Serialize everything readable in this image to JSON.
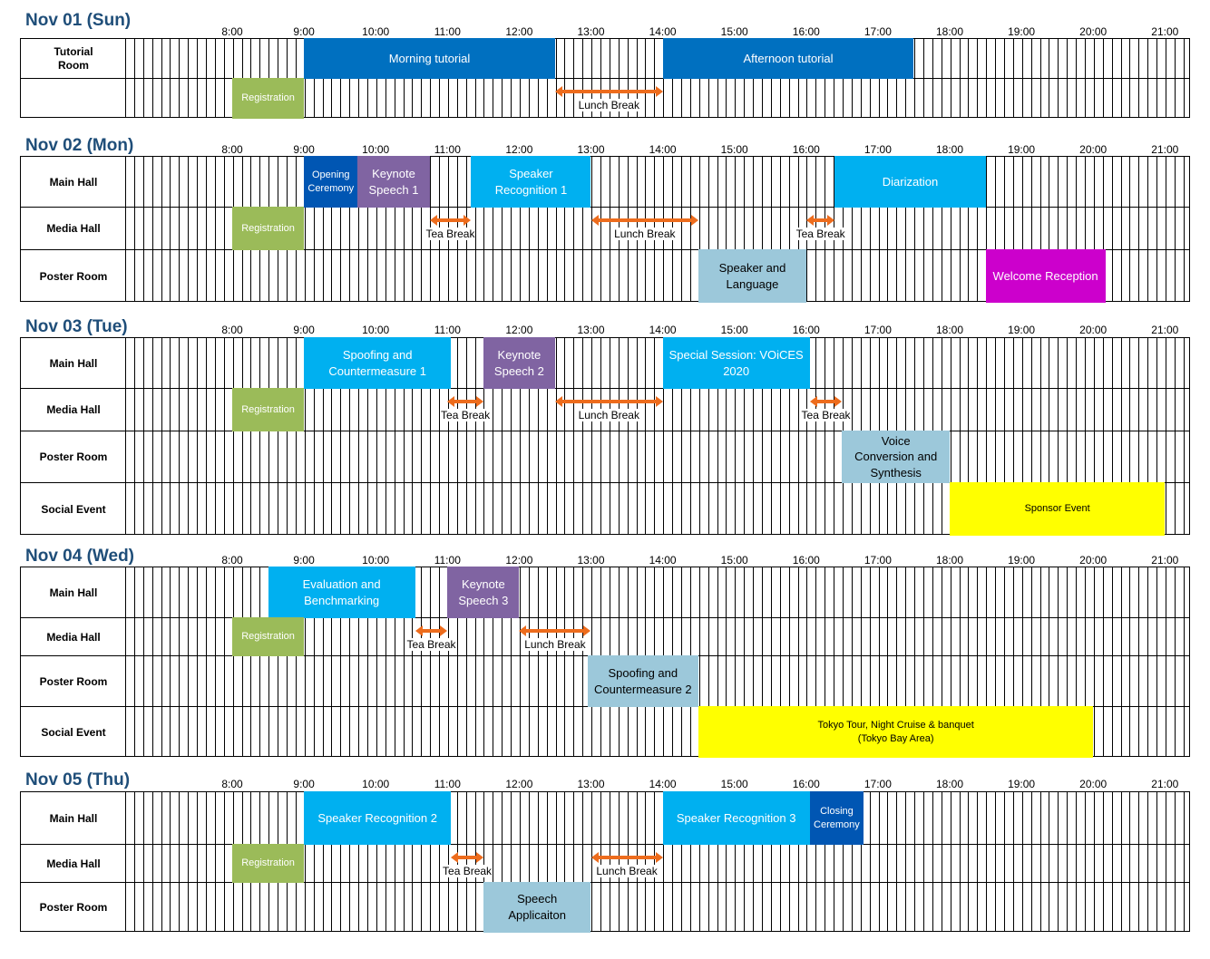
{
  "hours": [
    "8:00",
    "9:00",
    "10:00",
    "11:00",
    "12:00",
    "13:00",
    "14:00",
    "15:00",
    "16:00",
    "17:00",
    "18:00",
    "19:00",
    "20:00",
    "21:00"
  ],
  "colors": {
    "registration": "#9bbb59",
    "blue": "#0070c0",
    "cyan": "#00b0f0",
    "purple": "#8064a2",
    "lightblue": "#9cc8da",
    "magenta": "#cc00cc",
    "yellow": "#ffff00",
    "darkblue": "#0056b3",
    "arrow": "#ed6c1d"
  },
  "days": [
    {
      "title": "Nov 01 (Sun)",
      "rows": [
        "Tutorial\nRoom",
        ""
      ],
      "events": [
        {
          "row": 0,
          "start": 9.0,
          "end": 12.5,
          "label": "Morning tutorial",
          "color": "blue"
        },
        {
          "row": 0,
          "start": 14.0,
          "end": 17.5,
          "label": "Afternoon tutorial",
          "color": "blue"
        },
        {
          "row": 1,
          "start": 8.0,
          "end": 9.0,
          "label": "Registration",
          "color": "registration"
        }
      ],
      "breaks": [
        {
          "row": 1,
          "start": 12.5,
          "end": 14.0,
          "label": "Lunch Break"
        }
      ]
    },
    {
      "title": "Nov 02 (Mon)",
      "rows": [
        "Main Hall",
        "Media Hall",
        "Poster Room"
      ],
      "events": [
        {
          "row": 0,
          "start": 9.0,
          "end": 9.75,
          "label": "Opening\nCeremony",
          "color": "darkblue"
        },
        {
          "row": 0,
          "start": 9.75,
          "end": 10.75,
          "label": "Keynote\nSpeech 1",
          "color": "purple"
        },
        {
          "row": 0,
          "start": 11.33,
          "end": 13.0,
          "label": "Speaker\nRecognition 1",
          "color": "cyan"
        },
        {
          "row": 0,
          "start": 16.4,
          "end": 18.5,
          "label": "Diarization",
          "color": "cyan"
        },
        {
          "row": 1,
          "start": 8.0,
          "end": 9.0,
          "label": "Registration",
          "color": "registration"
        },
        {
          "row": 2,
          "start": 14.5,
          "end": 16.0,
          "label": "Speaker and\nLanguage",
          "color": "lightblue"
        },
        {
          "row": 2,
          "start": 18.5,
          "end": 20.17,
          "label": "Welcome Reception",
          "color": "magenta"
        }
      ],
      "breaks": [
        {
          "row": 1,
          "start": 10.75,
          "end": 11.33,
          "label": "Tea Break"
        },
        {
          "row": 1,
          "start": 13.0,
          "end": 14.5,
          "label": "Lunch Break"
        },
        {
          "row": 1,
          "start": 16.0,
          "end": 16.4,
          "label": "Tea Break"
        }
      ]
    },
    {
      "title": "Nov 03 (Tue)",
      "rows": [
        "Main Hall",
        "Media Hall",
        "Poster Room",
        "Social Event"
      ],
      "events": [
        {
          "row": 0,
          "start": 9.0,
          "end": 11.05,
          "label": "Spoofing and\nCountermeasure 1",
          "color": "cyan"
        },
        {
          "row": 0,
          "start": 11.5,
          "end": 12.5,
          "label": "Keynote\nSpeech 2",
          "color": "purple"
        },
        {
          "row": 0,
          "start": 14.0,
          "end": 16.05,
          "label": "Special Session: VOiCES\n2020",
          "color": "cyan"
        },
        {
          "row": 1,
          "start": 8.0,
          "end": 9.0,
          "label": "Registration",
          "color": "registration"
        },
        {
          "row": 2,
          "start": 16.5,
          "end": 18.0,
          "label": "Voice\nConversion and\nSynthesis",
          "color": "lightblue"
        },
        {
          "row": 3,
          "start": 18.0,
          "end": 21.0,
          "label": "Sponsor Event",
          "color": "yellow"
        }
      ],
      "breaks": [
        {
          "row": 1,
          "start": 11.0,
          "end": 11.5,
          "label": "Tea Break"
        },
        {
          "row": 1,
          "start": 12.5,
          "end": 14.0,
          "label": "Lunch Break"
        },
        {
          "row": 1,
          "start": 16.05,
          "end": 16.5,
          "label": "Tea Break"
        }
      ]
    },
    {
      "title": "Nov 04 (Wed)",
      "rows": [
        "Main Hall",
        "Media Hall",
        "Poster Room",
        "Social Event"
      ],
      "events": [
        {
          "row": 0,
          "start": 8.5,
          "end": 10.55,
          "label": "Evaluation and\nBenchmarking",
          "color": "cyan"
        },
        {
          "row": 0,
          "start": 11.0,
          "end": 12.0,
          "label": "Keynote\nSpeech 3",
          "color": "purple"
        },
        {
          "row": 1,
          "start": 8.0,
          "end": 9.0,
          "label": "Registration",
          "color": "registration"
        },
        {
          "row": 2,
          "start": 12.95,
          "end": 14.5,
          "label": "Spoofing and\nCountermeasure 2",
          "color": "lightblue"
        },
        {
          "row": 3,
          "start": 14.5,
          "end": 20.0,
          "label": "Tokyo Tour, Night Cruise & banquet\n(Tokyo Bay Area)",
          "color": "yellow"
        }
      ],
      "breaks": [
        {
          "row": 1,
          "start": 10.55,
          "end": 11.0,
          "label": "Tea Break"
        },
        {
          "row": 1,
          "start": 12.0,
          "end": 13.0,
          "label": "Lunch Break"
        }
      ]
    },
    {
      "title": "Nov 05 (Thu)",
      "rows": [
        "Main Hall",
        "Media Hall",
        "Poster Room"
      ],
      "events": [
        {
          "row": 0,
          "start": 9.0,
          "end": 11.05,
          "label": "Speaker Recognition 2",
          "color": "cyan"
        },
        {
          "row": 0,
          "start": 14.0,
          "end": 16.05,
          "label": "Speaker Recognition 3",
          "color": "cyan"
        },
        {
          "row": 0,
          "start": 16.05,
          "end": 16.8,
          "label": "Closing\nCeremony",
          "color": "darkblue"
        },
        {
          "row": 1,
          "start": 8.0,
          "end": 9.0,
          "label": "Registration",
          "color": "registration"
        },
        {
          "row": 2,
          "start": 11.5,
          "end": 13.0,
          "label": "Speech\nApplicaiton",
          "color": "lightblue"
        }
      ],
      "breaks": [
        {
          "row": 1,
          "start": 11.05,
          "end": 11.5,
          "label": "Tea Break"
        },
        {
          "row": 1,
          "start": 13.0,
          "end": 14.0,
          "label": "Lunch Break"
        }
      ]
    }
  ]
}
